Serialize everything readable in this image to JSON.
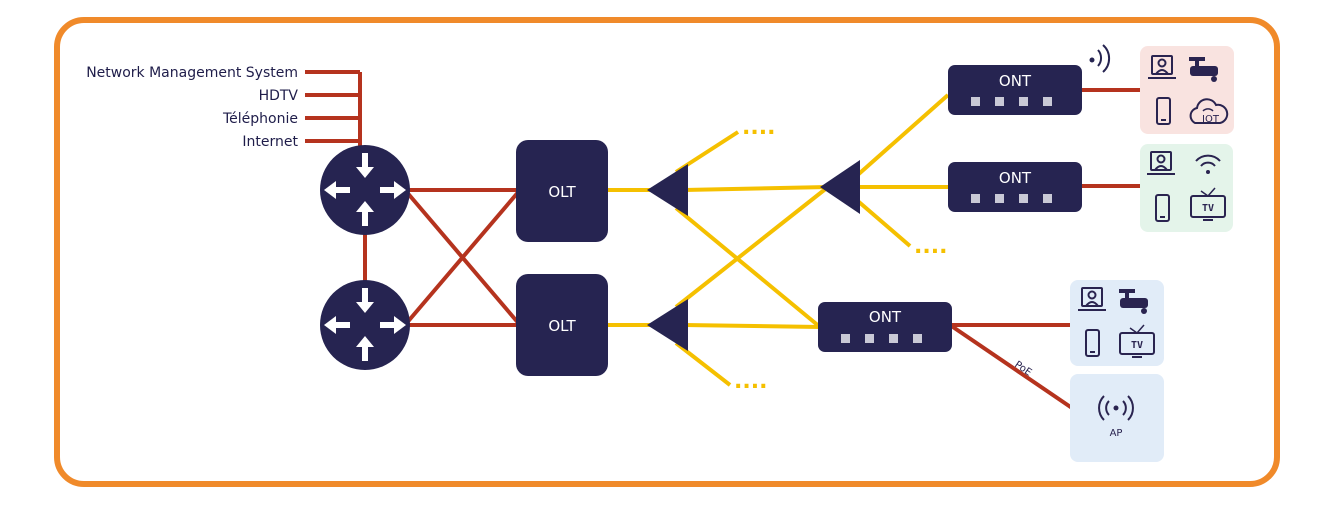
{
  "services": [
    "Network Management System",
    "HDTV",
    "Téléphonie",
    "Internet"
  ],
  "olt_label": "OLT",
  "ont_label": "ONT",
  "poe_label": "PoE",
  "ap_label": "AP",
  "iot_label": "IOT",
  "tv_label": "TV",
  "more_marker": "....",
  "colors": {
    "frame": "#f08a2a",
    "node": "#262451",
    "copper_link": "#b5331e",
    "fiber_link": "#f5c000",
    "panel_red": "#f9e3e0",
    "panel_green": "#e4f4ea",
    "panel_blue": "#e1ecf8"
  }
}
